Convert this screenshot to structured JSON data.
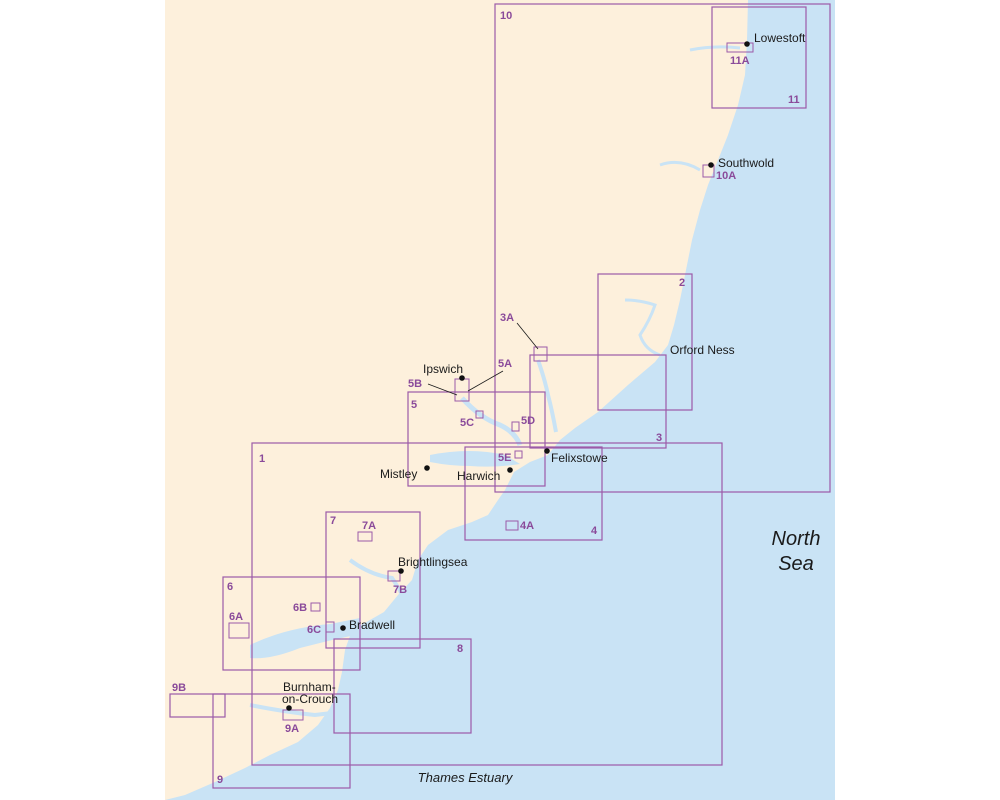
{
  "colors": {
    "land": "#fdf0dc",
    "sea": "#c9e3f5",
    "frame": "#9c5aa8",
    "label": "#8a4a9a"
  },
  "seas": {
    "north_sea_1": "North",
    "north_sea_2": "Sea",
    "thames": "Thames Estuary"
  },
  "places": {
    "lowestoft": "Lowestoft",
    "southwold": "Southwold",
    "orford_ness": "Orford Ness",
    "ipswich": "Ipswich",
    "felixstowe": "Felixstowe",
    "mistley": "Mistley",
    "harwich": "Harwich",
    "brightlingsea": "Brightlingsea",
    "bradwell": "Bradwell",
    "burnham_1": "Burnham-",
    "burnham_2": "on-Crouch"
  },
  "areas": {
    "a1": "1",
    "a2": "2",
    "a3": "3",
    "a3A": "3A",
    "a4": "4",
    "a4A": "4A",
    "a5": "5",
    "a5A": "5A",
    "a5B": "5B",
    "a5C": "5C",
    "a5D": "5D",
    "a5E": "5E",
    "a6": "6",
    "a6A": "6A",
    "a6B": "6B",
    "a6C": "6C",
    "a7": "7",
    "a7A": "7A",
    "a7B": "7B",
    "a8": "8",
    "a9": "9",
    "a9A": "9A",
    "a9B": "9B",
    "a10": "10",
    "a10A": "10A",
    "a11": "11",
    "a11A": "11A"
  }
}
